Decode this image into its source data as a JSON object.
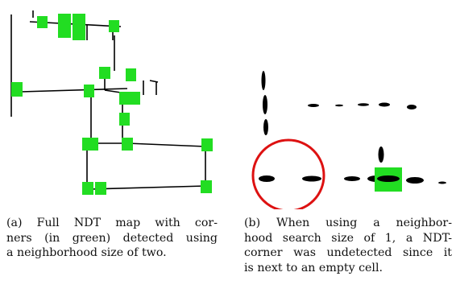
{
  "colors": {
    "corner": "#22dd22",
    "wall": "#000000",
    "highlight_circle": "#dd1111",
    "background": "#ffffff"
  },
  "figure_a": {
    "caption": {
      "label": "(a)",
      "lines": [
        "Full NDT map with cor-",
        "ners (in green) detected using",
        "a neighborhood size of two."
      ]
    }
  },
  "figure_b": {
    "caption": {
      "label": "(b)",
      "lines": [
        "When using a neighbor-",
        "hood search size of 1, a NDT-",
        "corner was undetected since it",
        "is next to an empty cell."
      ]
    }
  }
}
